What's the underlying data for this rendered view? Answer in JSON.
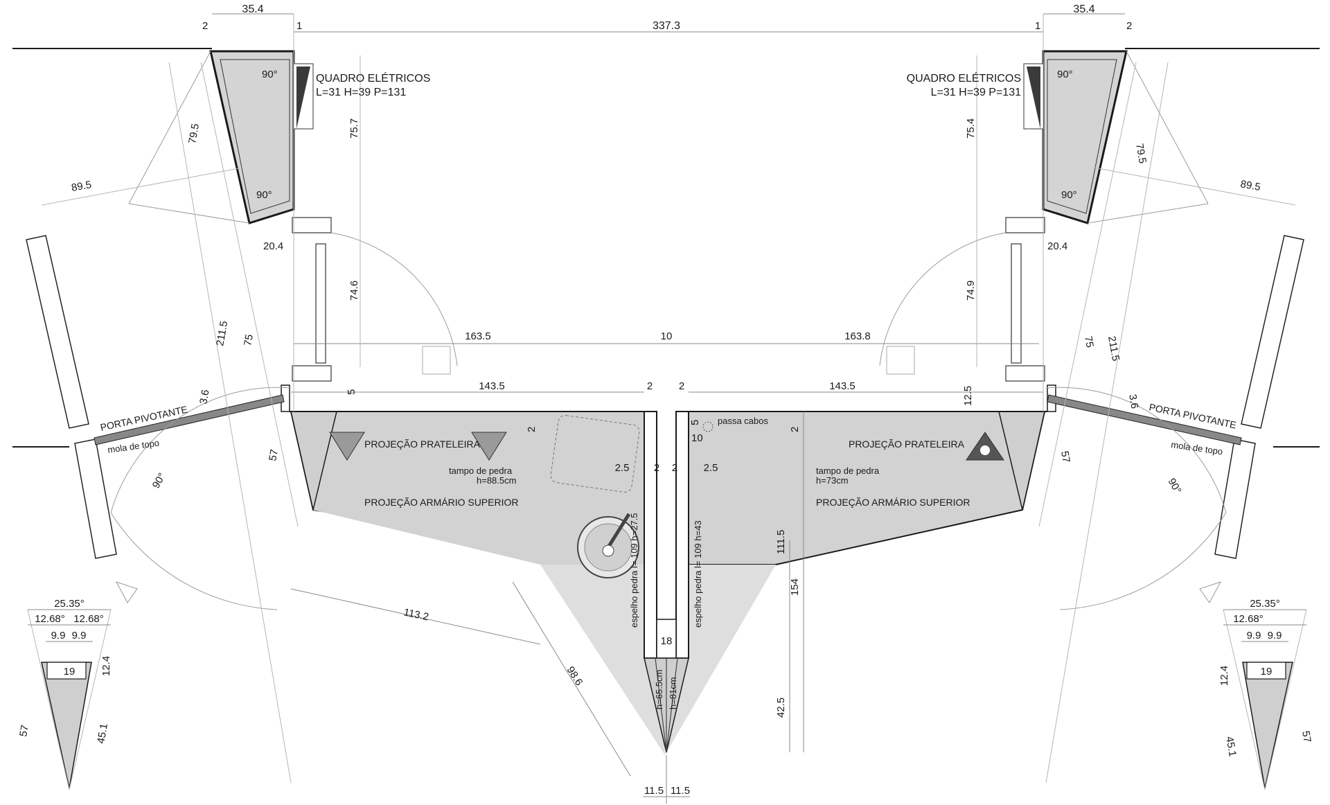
{
  "top_dims": {
    "overall": "337.3",
    "left_cab_width": "35.4",
    "right_cab_width": "35.4",
    "one": "1",
    "two": "2"
  },
  "electrical": {
    "title": "QUADRO ELÉTRICOS",
    "size": "L=31 H=39 P=131"
  },
  "left": {
    "cab_h": "75.7",
    "door_h": "74.6",
    "cab_diag": "79.5",
    "swing": "89.5",
    "gap": "20.4",
    "long": "211.5",
    "mid": "75",
    "thick": "3.6",
    "h57": "57",
    "angle90": "90°",
    "upper_span": "163.5",
    "counter": "143.5",
    "shelf_h": "5",
    "two": "2",
    "wall_2_5": "2.5",
    "diag": "113.2",
    "diag2": "98.6"
  },
  "right": {
    "cab_h": "75.4",
    "door_h": "74.9",
    "cab_diag": "79.5",
    "swing": "89.5",
    "gap": "20.4",
    "long": "211.5",
    "mid": "75",
    "thick": "3.6",
    "h57": "57",
    "angle90": "90°",
    "upper_span": "163.8",
    "counter": "143.5",
    "shelf_h": "12.5",
    "two": "2",
    "wall_2_5": "2.5",
    "h111": "111.5",
    "h154": "154",
    "h42": "42.5"
  },
  "center": {
    "gap10": "10",
    "two": "2",
    "ten": "10",
    "five": "5",
    "w18": "18",
    "w11a": "11.5",
    "w11b": "11.5"
  },
  "labels": {
    "porta": "PORTA PIVOTANTE",
    "mola": "mola de topo",
    "prateleira": "PROJEÇÃO PRATELEIRA",
    "armario": "PROJEÇÃO ARMÁRIO SUPERIOR",
    "tampo": "tampo de pedra",
    "tampo_left_h": "h=88.5cm",
    "tampo_right_h": "h=73cm",
    "passa": "passa cabos",
    "espelho_left": "espelho pedra l= 109 h=27.5",
    "espelho_right": "espelho pedra l= 109 h=43",
    "h655": "h=65.5cm",
    "h81": "h=81cm"
  },
  "details": {
    "angle_total": "25.35°",
    "angle_half_a": "12.68°",
    "angle_half_b": "12.68°",
    "w9a": "9.9",
    "w9b": "9.9",
    "w19": "19",
    "h12": "12.4",
    "h57": "57",
    "h45": "45.1"
  }
}
